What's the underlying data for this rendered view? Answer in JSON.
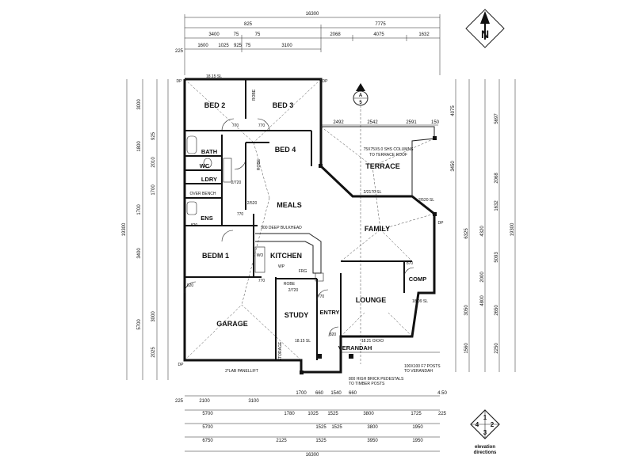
{
  "north": {
    "label": "N"
  },
  "elevation": {
    "numbers": [
      "1",
      "2",
      "3",
      "4"
    ],
    "caption_1": "elevation",
    "caption_2": "directions"
  },
  "section_marker": {
    "top": "A",
    "bottom": "5"
  },
  "rooms": {
    "bed2": "BED 2",
    "bed3": "BED 3",
    "bed4": "BED 4",
    "bath": "BATH",
    "wc": "WC",
    "ldry": "LDRY",
    "ens": "ENS",
    "bedm1": "BEDM 1",
    "meals": "MEALS",
    "family": "FAMILY",
    "terrace": "TERRACE",
    "kitchen": "KITCHEN",
    "garage": "GARAGE",
    "study": "STUDY",
    "entry": "ENTRY",
    "lounge": "LOUNGE",
    "comp": "COMP",
    "verandah": "VERANDAH"
  },
  "notes": {
    "columns_1": "75X75X5.0 SHS COLUMNS",
    "columns_2": "TO TERRACE ROOF",
    "bulkhead": "900 DEEP BULKHEAD",
    "parapet": "2*LAB PANELLIFT",
    "posts_1": "100X100 F7 POSTS",
    "posts_2": "TO VERANDAH",
    "pedestals_1": "800 HIGH BRICK PEDESTALS",
    "pedestals_2": "TO TIMBER POSTS",
    "storage": "STORAGE",
    "robe": "ROBE",
    "wo": "WO",
    "dp": "DP",
    "overbench": "OVER BENCH",
    "fridge": "FRG",
    "wip": "WP"
  },
  "dims": {
    "top_total": "16300",
    "top_row2": [
      "7775"
    ],
    "top_row3": [
      "3400",
      "2068",
      "4075",
      "1632"
    ],
    "top_row4": [
      "1600",
      "1025",
      "925",
      "75",
      "3100"
    ],
    "top_small": [
      "825",
      "75",
      "75",
      "225"
    ],
    "top_mid": [
      "2492",
      "2542",
      "2591",
      "150"
    ],
    "left_total": "19300",
    "left_row": [
      "3000",
      "1800",
      "925",
      "2010",
      "1700",
      "1700",
      "3400",
      "5700",
      "3000",
      "2025"
    ],
    "right_total": "19300",
    "right_row": [
      "4075",
      "5697",
      "3450",
      "2068",
      "1632",
      "4320",
      "6325",
      "5093",
      "2000",
      "2650",
      "3050",
      "4800",
      "2250",
      "1560"
    ],
    "bottom_total": "16300",
    "bottom_row1": [
      "225",
      "2100",
      "3100",
      "1700",
      "660",
      "1540",
      "660",
      "4.50"
    ],
    "bottom_row2": [
      "5700",
      "1780",
      "1025",
      "1525",
      "3800",
      "1725",
      "225"
    ],
    "bottom_row3": [
      "5700",
      "1525",
      "1525",
      "3800",
      "1950"
    ],
    "bottom_row4": [
      "6750",
      "2125",
      "1525",
      "3950",
      "1950"
    ],
    "doors": [
      "770",
      "770",
      "770",
      "820",
      "820",
      "770",
      "770",
      "870",
      "820"
    ],
    "ceilings": [
      "2/520",
      "2/720",
      "2/720",
      "2/2170 SL",
      "2/520 SL",
      "18.21 OXXO",
      "18.15 SL",
      "18.09 SL",
      "18.15 SL"
    ]
  }
}
